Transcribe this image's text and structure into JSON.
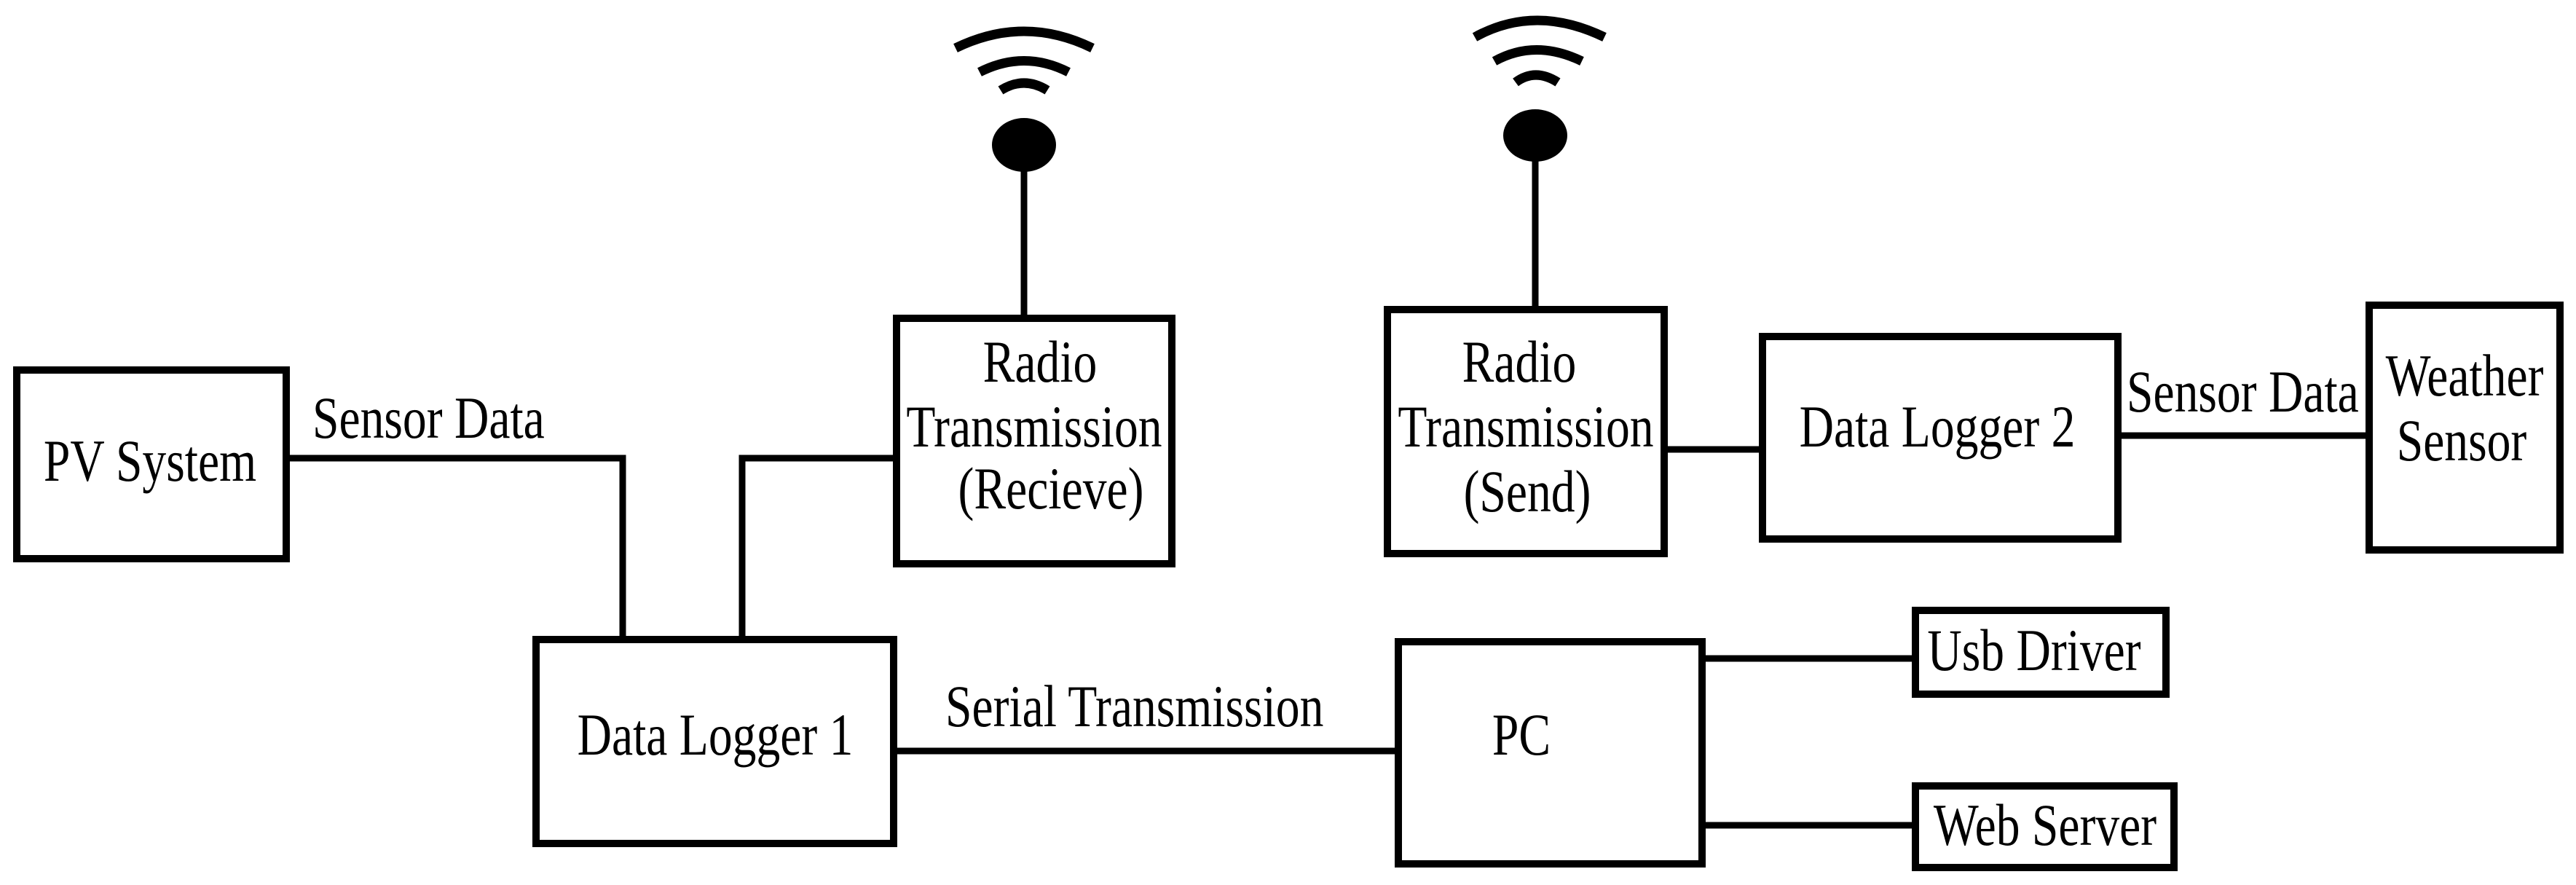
{
  "nodes": {
    "pv_system": "PV System",
    "radio_receive": [
      "Radio",
      "Transmission",
      "(Recieve)"
    ],
    "data_logger_1": "Data Logger 1",
    "radio_send": [
      "Radio",
      "Transmission",
      "(Send)"
    ],
    "data_logger_2": "Data Logger 2",
    "weather_sensor": [
      "Weather",
      "Sensor"
    ],
    "pc": "PC",
    "usb_driver": "Usb Driver",
    "web_server": "Web Server"
  },
  "edges": {
    "pv_to_logger1": "Sensor Data",
    "logger1_to_pc": "Serial Transmission",
    "weather_to_logger2": "Sensor Data"
  },
  "colors": {
    "stroke": "#000000",
    "background": "#ffffff"
  }
}
